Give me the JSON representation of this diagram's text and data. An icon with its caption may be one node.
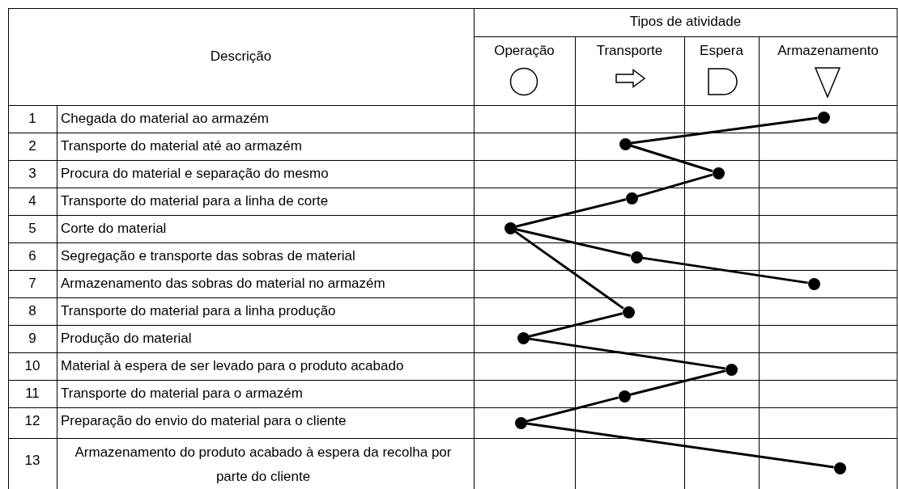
{
  "diagram": {
    "nodes": [
      {
        "text": [],
        "shape": "circle"
      },
      {
        "text": [],
        "shape": "circle"
      },
      {
        "text": [],
        "shape": "circle"
      },
      {
        "text": [],
        "shape": "circle"
      },
      {
        "text": [],
        "shape": "circle"
      },
      {
        "text": [],
        "shape": "circle"
      },
      {
        "text": [],
        "shape": "circle"
      },
      {
        "text": [],
        "shape": "circle"
      },
      {
        "text": [],
        "shape": "circle"
      },
      {
        "text": [],
        "shape": "circle"
      },
      {
        "text": [],
        "shape": "circle"
      },
      {
        "text": [],
        "shape": "circle"
      },
      {
        "text": [],
        "shape": "circle"
      }
    ],
    "edges": [
      {
        "from": 0,
        "to": 1,
        "arrow": "none"
      },
      {
        "from": 1,
        "to": 2,
        "arrow": "none"
      },
      {
        "from": 2,
        "to": 3,
        "arrow": "none"
      },
      {
        "from": 3,
        "to": 4,
        "arrow": "none"
      },
      {
        "from": 4,
        "to": 5,
        "arrow": "none"
      },
      {
        "from": 5,
        "to": 6,
        "arrow": "none"
      },
      {
        "from": 4,
        "to": 7,
        "arrow": "none"
      },
      {
        "from": 7,
        "to": 8,
        "arrow": "none"
      },
      {
        "from": 8,
        "to": 9,
        "arrow": "none"
      },
      {
        "from": 9,
        "to": 10,
        "arrow": "none"
      },
      {
        "from": 10,
        "to": 11,
        "arrow": "none"
      },
      {
        "from": 11,
        "to": 12,
        "arrow": "none"
      }
    ],
    "labels": [
      "Tipos de atividade",
      "Descrição",
      "Operação",
      "Transporte",
      "Espera",
      "Armazenamento",
      "1",
      "Chegada do material ao armazém",
      "2",
      "Transporte do material até ao armazém",
      "3",
      "Procura do material e separação do mesmo",
      "4",
      "Transporte do material para a linha de corte",
      "5",
      "Corte do material",
      "6",
      "Segregação e transporte das sobras de material",
      "7",
      "Armazenamento das sobras do material no armazém",
      "8",
      "Transporte do material para a linha produção",
      "9",
      "Produção do material",
      "10",
      "Material à espera de ser levado para o produto acabado",
      "11",
      "Transporte do material para o armazém",
      "12",
      "Preparação do envio do material para o cliente",
      "13",
      "Armazenamento do produto acabado à espera da recolha por parte do cliente"
    ]
  }
}
